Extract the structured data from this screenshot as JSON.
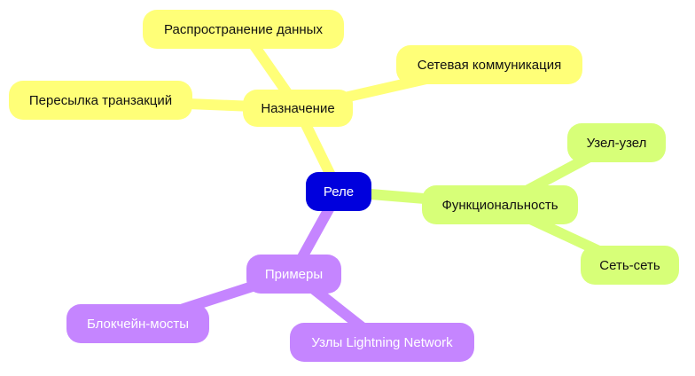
{
  "colors": {
    "root": "#0000dd",
    "purpose_branch": "#ffff78",
    "functionality_branch": "#d7ff78",
    "examples_branch": "#c585ff"
  },
  "root": {
    "label": "Реле"
  },
  "branches": {
    "purpose": {
      "label": "Назначение",
      "children": [
        "Распространение данных",
        "Сетевая коммуникация",
        "Пересылка транзакций"
      ]
    },
    "functionality": {
      "label": "Функциональность",
      "children": [
        "Узел-узел",
        "Сеть-сеть"
      ]
    },
    "examples": {
      "label": "Примеры",
      "children": [
        "Блокчейн-мосты",
        "Узлы Lightning Network"
      ]
    }
  }
}
